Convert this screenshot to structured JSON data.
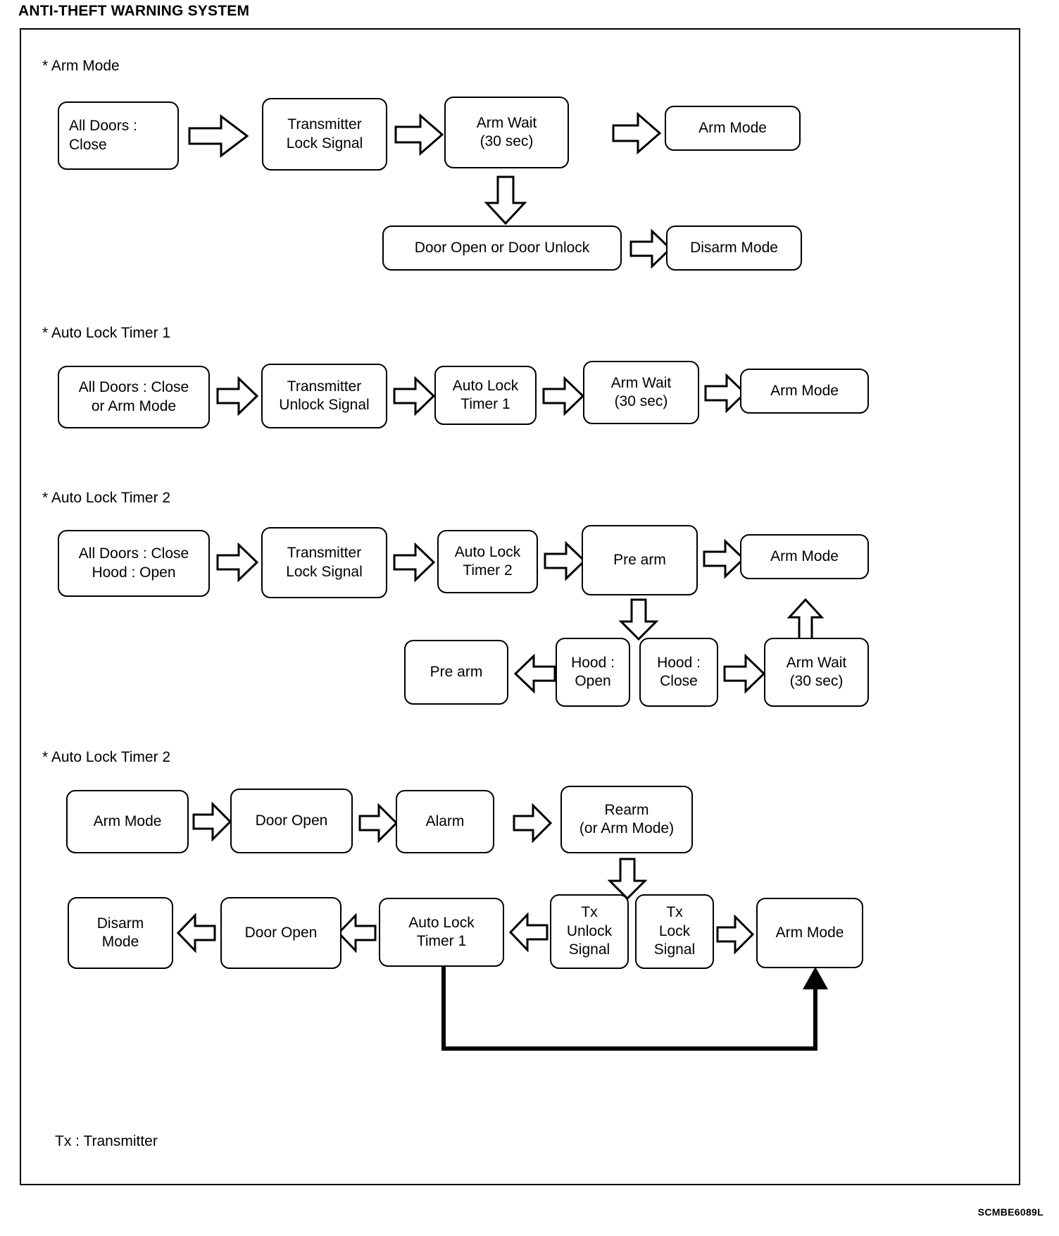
{
  "document": {
    "title": "ANTI-THEFT WARNING SYSTEM",
    "footnote": "Tx : Transmitter",
    "figure_code": "SCMBE6089L"
  },
  "sections": [
    {
      "label": "* Arm Mode",
      "boxes": [
        {
          "name": "all-doors-close",
          "text": "All Doors :\n        Close"
        },
        {
          "name": "transmitter-lock-signal",
          "text": "Transmitter\nLock Signal"
        },
        {
          "name": "arm-wait-30sec",
          "text": "Arm Wait\n(30 sec)"
        },
        {
          "name": "arm-mode",
          "text": "Arm Mode"
        },
        {
          "name": "door-open-or-door-unlock",
          "text": "Door Open or Door Unlock"
        },
        {
          "name": "disarm-mode",
          "text": "Disarm Mode"
        }
      ]
    },
    {
      "label": "* Auto Lock Timer 1",
      "boxes": [
        {
          "name": "all-doors-close-or-arm-mode",
          "text": "All Doors : Close\nor Arm Mode"
        },
        {
          "name": "transmitter-unlock-signal",
          "text": "Transmitter\nUnlock Signal"
        },
        {
          "name": "auto-lock-timer-1",
          "text": "Auto Lock\nTimer 1"
        },
        {
          "name": "arm-wait-30sec",
          "text": "Arm Wait\n(30 sec)"
        },
        {
          "name": "arm-mode",
          "text": "Arm Mode"
        }
      ]
    },
    {
      "label": "* Auto Lock Timer 2",
      "boxes": [
        {
          "name": "all-doors-close-hood-open",
          "text": "All Doors : Close\nHood : Open"
        },
        {
          "name": "transmitter-lock-signal",
          "text": "Transmitter\nLock Signal"
        },
        {
          "name": "auto-lock-timer-2",
          "text": "Auto Lock\nTimer 2"
        },
        {
          "name": "pre-arm",
          "text": "Pre arm"
        },
        {
          "name": "arm-mode",
          "text": "Arm Mode"
        },
        {
          "name": "pre-arm-return",
          "text": "Pre arm"
        },
        {
          "name": "hood-open",
          "text": "Hood :\nOpen"
        },
        {
          "name": "hood-close",
          "text": "Hood :\nClose"
        },
        {
          "name": "arm-wait-30sec",
          "text": "Arm Wait\n(30 sec)"
        }
      ]
    },
    {
      "label": "* Auto Lock Timer 2",
      "boxes": [
        {
          "name": "arm-mode",
          "text": "Arm Mode"
        },
        {
          "name": "door-open",
          "text": "Door Open"
        },
        {
          "name": "alarm",
          "text": "Alarm"
        },
        {
          "name": "rearm-or-arm-mode",
          "text": "Rearm\n(or Arm Mode)"
        },
        {
          "name": "tx-unlock-signal",
          "text": "Tx\nUnlock\nSignal"
        },
        {
          "name": "tx-lock-signal",
          "text": "Tx\nLock\nSignal"
        },
        {
          "name": "arm-mode-final",
          "text": "Arm Mode"
        },
        {
          "name": "auto-lock-timer-1",
          "text": "Auto Lock\nTimer 1"
        },
        {
          "name": "door-open-2",
          "text": "Door Open"
        },
        {
          "name": "disarm-mode",
          "text": "Disarm\nMode"
        }
      ]
    }
  ]
}
